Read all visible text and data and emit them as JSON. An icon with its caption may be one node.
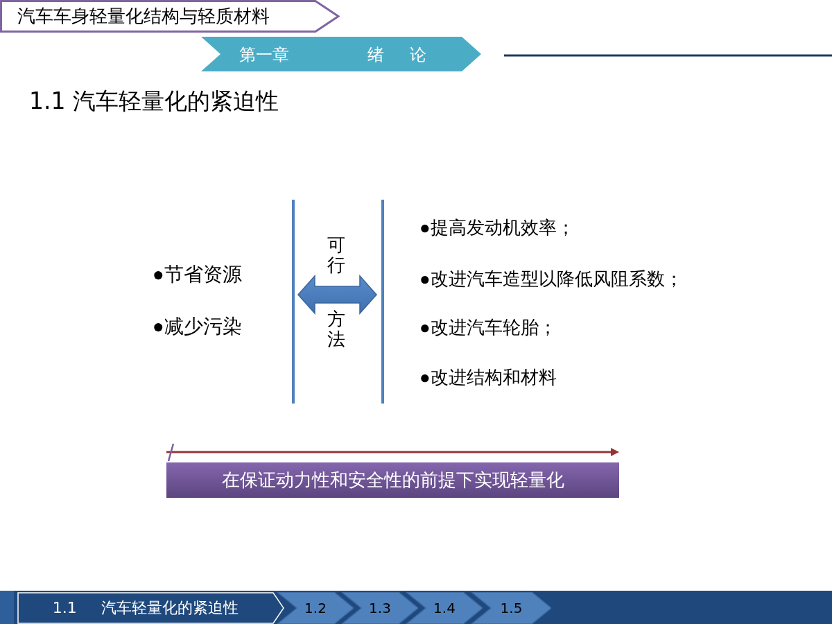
{
  "diagram": {
    "title": "1.1 汽车轻量化的紧迫性",
    "nodes": [
      {
        "text": [
          "汽车车身轻量化结构与轻质材料"
        ]
      },
      {
        "text": [
          "第一章",
          "绪 论"
        ]
      },
      {
        "text": [
          "●节省资源",
          "●减少污染"
        ]
      },
      {
        "text": [
          "●提高发动机效率；",
          "●改进汽车造型以降低风阻系数；",
          "●改进汽车轮胎；",
          "●改进结构和材料"
        ]
      },
      {
        "text": [
          "在保证动力性和安全性的前提下实现轻量化"
        ]
      },
      {
        "text": [
          "1.1 汽车轻量化的紧迫性"
        ]
      },
      {
        "text": [
          "1.2"
        ]
      },
      {
        "text": [
          "1.3"
        ]
      },
      {
        "text": [
          "1.4"
        ]
      },
      {
        "text": [
          "1.5"
        ]
      }
    ],
    "edges": [
      {
        "from": 2,
        "to": 3,
        "arrow": "both"
      }
    ],
    "labels": [
      "可行",
      "方法"
    ]
  }
}
